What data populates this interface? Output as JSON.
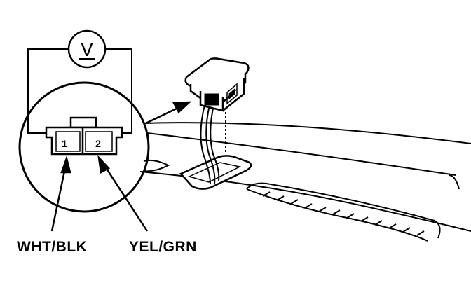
{
  "meter": {
    "symbol": "V",
    "icon": "voltmeter-icon"
  },
  "connector": {
    "pins": [
      {
        "number": "1"
      },
      {
        "number": "2"
      }
    ]
  },
  "wires": {
    "left_label": "WHT/BLK",
    "right_label": "YEL/GRN"
  }
}
